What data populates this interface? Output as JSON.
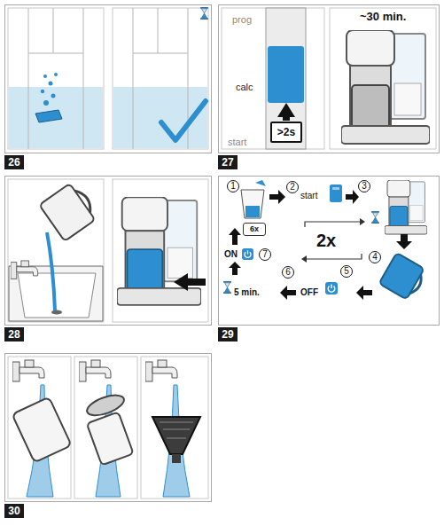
{
  "diagram": {
    "nodes": [
      {
        "text": [
          "26"
        ]
      },
      {
        "text": [
          "27"
        ]
      },
      {
        "text": [
          ">2s"
        ]
      },
      {
        "text": [
          "28"
        ]
      },
      {
        "text": [
          "29"
        ]
      },
      {
        "text": [
          "1"
        ]
      },
      {
        "text": [
          "2"
        ]
      },
      {
        "text": [
          "3"
        ]
      },
      {
        "text": [
          "4"
        ]
      },
      {
        "text": [
          "5"
        ]
      },
      {
        "text": [
          "6"
        ]
      },
      {
        "text": [
          "7"
        ]
      },
      {
        "text": [
          "6x"
        ]
      },
      {
        "text": [
          "30"
        ]
      }
    ],
    "labels": [
      "prog",
      "calc",
      "start",
      "~30 min.",
      "start",
      "2x",
      "ON",
      "OFF",
      "5 min."
    ]
  }
}
